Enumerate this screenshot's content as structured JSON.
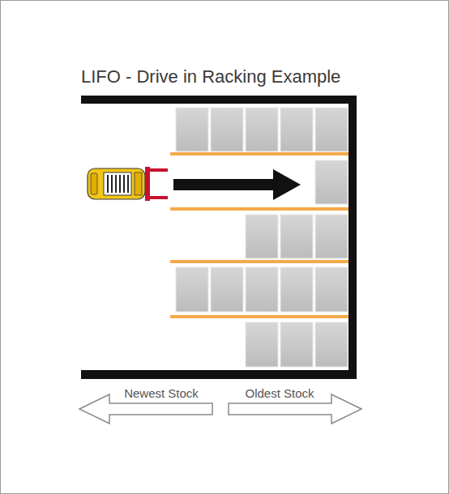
{
  "diagram": {
    "title": "LIFO - Drive in Racking Example",
    "nodes": [
      {
        "text": [
          "Newest Stock"
        ]
      },
      {
        "text": [
          "Oldest Stock"
        ]
      }
    ]
  }
}
